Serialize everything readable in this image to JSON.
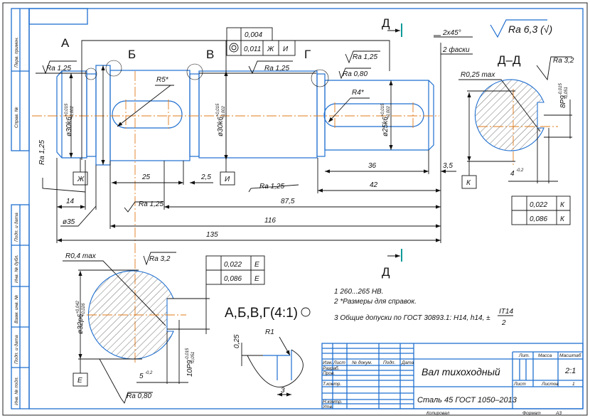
{
  "colors": {
    "outline": "#1f6fd0",
    "centerline": "#e07b1a",
    "section_marker": "#0a9a9a",
    "lines": "#111111"
  },
  "side_stamp": [
    "Перв. примен.",
    "Справ. №",
    "Подп. и дата",
    "Инв. № дубл.",
    "Взам. инв. №",
    "Подп. и дата",
    "Инв. № подл."
  ],
  "views": {
    "A": "А",
    "B": "Б",
    "V": "В",
    "G": "Г",
    "D_top": "Д",
    "D_bottom": "Д",
    "section_DD": "Д–Д",
    "detail": "А,Б,В,Г(4:1)"
  },
  "roughness": {
    "general": "Ra 6,3 (√)",
    "r1": "Ra 1,25",
    "r2": "Ra 1,25",
    "r3": "Ra 1,25",
    "r4": "Ra 1,25",
    "r5": "Ra 1,25",
    "r6": "Ra 1,25",
    "r7": "Ra 0,80",
    "r8": "Ra 3,2",
    "r9": "Ra 3,2",
    "r10": "Ra 0,80"
  },
  "tolerance_top": {
    "val1": "0,004",
    "val2": "0,011",
    "datum1": "Ж",
    "datum2": "И"
  },
  "tolerance_k": {
    "val1": "0,022",
    "datum1": "К",
    "val2": "0,086",
    "datum2": "К"
  },
  "tolerance_e": {
    "val1": "0,022",
    "datum1": "Е",
    "val2": "0,086",
    "datum2": "Е"
  },
  "datums": {
    "zh": "Ж",
    "i": "И",
    "k": "К",
    "e": "Е"
  },
  "radii": {
    "r5": "R5*",
    "r4": "R4*",
    "r025": "R0,25 max",
    "r04": "R0,4 max",
    "r1": "R1"
  },
  "chamfer": {
    "size": "2x45°",
    "count": "2 фаски"
  },
  "diameters": {
    "d30a": {
      "main": "ø30k6",
      "up": "+0,015",
      "low": "+0,002"
    },
    "d30b": {
      "main": "ø30k6",
      "up": "+0,015",
      "low": "+0,002"
    },
    "d25": {
      "main": "ø25k6",
      "up": "+0,015",
      "low": "+0,002"
    },
    "d32": {
      "main": "ø32p6",
      "up": "+0,042",
      "low": "+0,026"
    },
    "k8": {
      "main": "8P9",
      "up": "-0,015",
      "low": "-0,051"
    },
    "k10": {
      "main": "10P9",
      "up": "-0,015",
      "low": "-0,051"
    }
  },
  "dims": {
    "d25": "25",
    "d2_5": "2,5",
    "d36": "36",
    "d3_5": "3,5",
    "d42": "42",
    "d87_5": "87,5",
    "d116": "116",
    "d135": "135",
    "d14": "14",
    "d35": "ø35",
    "d4": "4",
    "d4tol": "-0,2",
    "d5": "5",
    "d5tol": "-0,2",
    "d025": "0,25",
    "d3": "3"
  },
  "notes": [
    "1 260...265 HB.",
    "2 *Размеры для справок.",
    "3 Общие допуски по ГОСТ 30893.1: H14, h14, ±"
  ],
  "notes_fraction": {
    "num": "IT14",
    "den": "2"
  },
  "title_block": {
    "cols": [
      "Изм.",
      "Лист",
      "№ докум.",
      "Подп.",
      "Дата"
    ],
    "rows": [
      "Разраб.",
      "Пров.",
      "Т.контр.",
      "Н.контр.",
      "Утв."
    ],
    "name": "Вал тихоходный",
    "material": "Сталь 45 ГОСТ 1050–2013",
    "lit": "Лит.",
    "mass": "Масса",
    "scale_label": "Масштаб",
    "scale": "2:1",
    "sheet": "Лист",
    "sheets": "Листов",
    "sheets_count": "1",
    "copied": "Копировал",
    "format": "Формат",
    "format_val": "А3"
  }
}
